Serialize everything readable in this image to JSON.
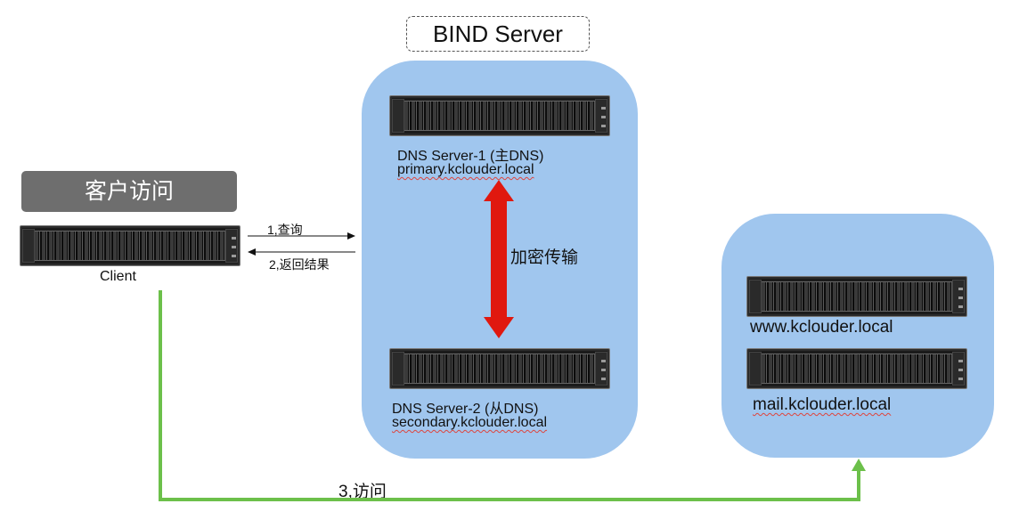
{
  "title": "BIND Server",
  "client": {
    "header": "客户访问",
    "label": "Client"
  },
  "queries": {
    "query_label": "1,查询",
    "result_label": "2,返回结果",
    "access_label": "3,访问"
  },
  "dns_primary": {
    "name": "DNS Server-1 (主DNS)",
    "host": "primary.kclouder.local"
  },
  "dns_secondary": {
    "name": "DNS Server-2 (从DNS)",
    "host": "secondary.kclouder.local"
  },
  "transfer_label": "加密传输",
  "web_servers": [
    {
      "host": "www.kclouder.local"
    },
    {
      "host": "mail.kclouder.local"
    }
  ],
  "colors": {
    "panel": "#a0c6ee",
    "client_box": "#6e6e6e",
    "transfer_arrow": "#e0180f",
    "access_line": "#6cc04a"
  }
}
